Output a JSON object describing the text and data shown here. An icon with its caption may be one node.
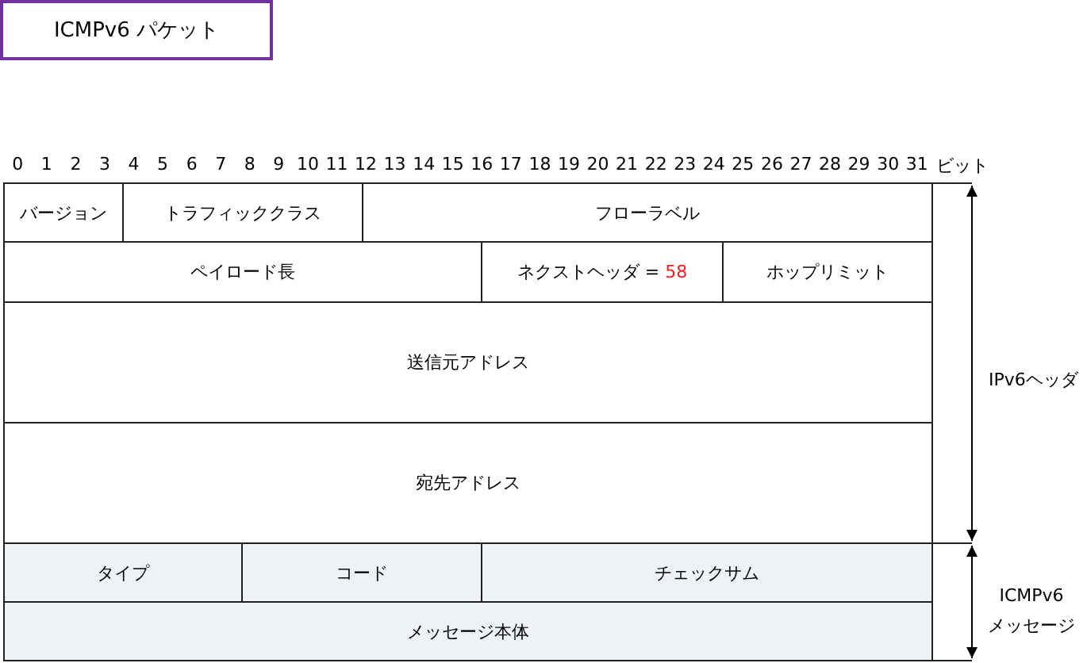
{
  "diagram": {
    "title": "ICMPv6 パケット",
    "nodes": [
      {
        "text": [
          "バージョン"
        ]
      },
      {
        "text": [
          "トラフィッククラス"
        ]
      },
      {
        "text": [
          "フローラベル"
        ]
      },
      {
        "text": [
          "ペイロード長"
        ]
      },
      {
        "text": [
          "ネクストヘッダ = 58"
        ]
      },
      {
        "text": [
          "ホップリミット"
        ]
      },
      {
        "text": [
          "送信元アドレス"
        ]
      },
      {
        "text": [
          "宛先アドレス"
        ]
      },
      {
        "text": [
          "タイプ"
        ]
      },
      {
        "text": [
          "コード"
        ]
      },
      {
        "text": [
          "チェックサム"
        ]
      },
      {
        "text": [
          "メッセージ本体"
        ]
      }
    ],
    "labels": [
      "0",
      "1",
      "2",
      "3",
      "4",
      "5",
      "6",
      "7",
      "8",
      "9",
      "10",
      "11",
      "12",
      "13",
      "14",
      "15",
      "16",
      "17",
      "18",
      "19",
      "20",
      "21",
      "22",
      "23",
      "24",
      "25",
      "26",
      "27",
      "28",
      "29",
      "30",
      "31",
      "ビット",
      "IPv6ヘッダ",
      "ICMPv6 メッセージ"
    ]
  }
}
